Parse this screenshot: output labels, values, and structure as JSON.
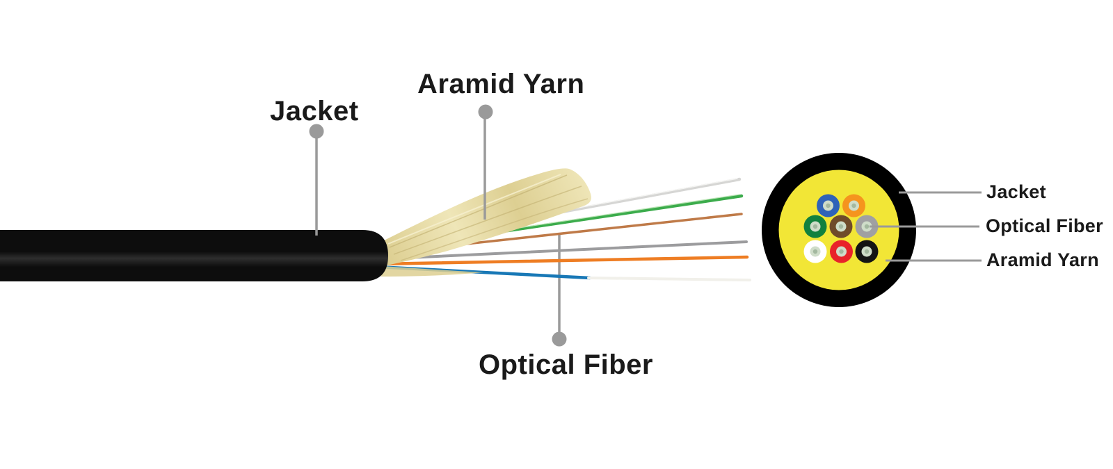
{
  "diagram_title": "fiber-optic-cable-structure",
  "labels": {
    "left_jacket": "Jacket",
    "top_aramid_yarn": "Aramid Yarn",
    "bottom_optical_fiber": "Optical Fiber",
    "right_jacket": "Jacket",
    "right_optical_fiber": "Optical Fiber",
    "right_aramid_yarn": "Aramid Yarn"
  },
  "colors": {
    "background": "#ffffff",
    "label_text": "#1a1a1a",
    "pointer_gray": "#9a9a9a",
    "cable_black": "#0d0d0d",
    "cable_sheen": "#2e2e2e",
    "yarn_light": "#efe6b8",
    "yarn_mid": "#ddcf92",
    "yarn_dark": "#c2b172",
    "yarn_highlight": "#f6f0cf",
    "cross_section": {
      "jacket_ring": "#000000",
      "aramid_fill": "#f2e636",
      "fiber_inner_ring": "#cfddc9",
      "fiber_center_dot": "#a3b89f"
    }
  },
  "fan_fibers": [
    {
      "name": "silver fiber",
      "color": "#d6d6d4"
    },
    {
      "name": "silver fiber highlight",
      "color": "#f4f4f2"
    },
    {
      "name": "green fiber",
      "color": "#3cac4c"
    },
    {
      "name": "green fiber highlight",
      "color": "#b9e4b4"
    },
    {
      "name": "copper fiber",
      "color": "#bf7a48"
    },
    {
      "name": "gray fiber",
      "color": "#9c9c9e"
    },
    {
      "name": "orange fiber",
      "color": "#ee7d23"
    },
    {
      "name": "blue fiber",
      "color": "#1878b6"
    },
    {
      "name": "white fiber tip",
      "color": "#f1f0ea"
    }
  ],
  "cross_section_fibers": [
    {
      "name": "blue fiber",
      "color": "#2f63b8"
    },
    {
      "name": "orange fiber",
      "color": "#f5941e"
    },
    {
      "name": "green fiber",
      "color": "#12813e"
    },
    {
      "name": "brown fiber",
      "color": "#6f4b2a"
    },
    {
      "name": "gray fiber",
      "color": "#a0a0a2"
    },
    {
      "name": "white fiber",
      "color": "#ffffff"
    },
    {
      "name": "red fiber",
      "color": "#e8232a"
    },
    {
      "name": "black fiber",
      "color": "#141414"
    }
  ]
}
